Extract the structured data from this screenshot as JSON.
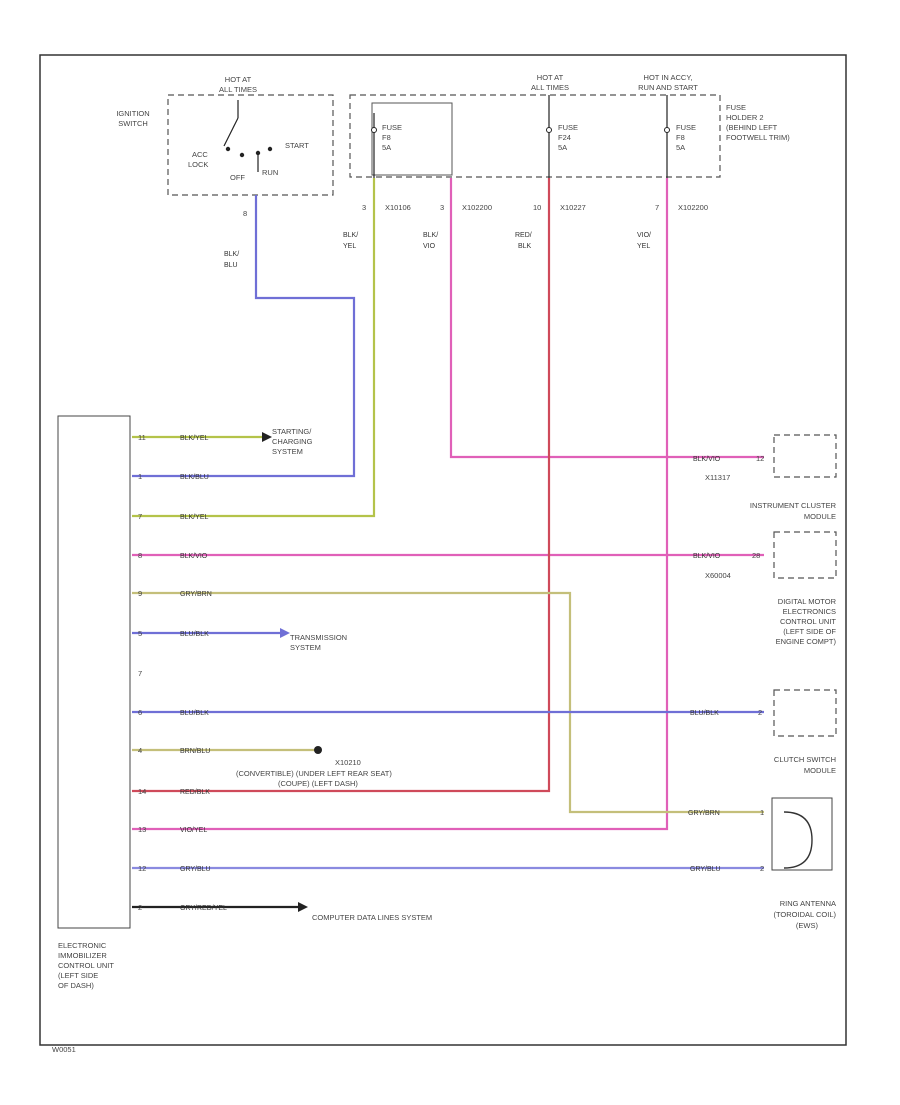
{
  "ignition_switch": {
    "name": [
      "IGNITION",
      "SWITCH"
    ],
    "hot_label": [
      "HOT AT",
      "ALL TIMES"
    ],
    "positions": {
      "acc": "ACC",
      "lock": "LOCK",
      "off": "OFF",
      "run": "RUN",
      "start": "START"
    },
    "pin": "8",
    "wire": [
      "BLK/",
      "BLU"
    ]
  },
  "fuse_holder": {
    "name": [
      "FUSE",
      "HOLDER 2",
      "(BEHIND LEFT",
      "FOOTWELL TRIM)"
    ],
    "hot_all_times": [
      "HOT AT",
      "ALL TIMES"
    ],
    "hot_acc": [
      "HOT IN ACCY,",
      "RUN AND START"
    ],
    "fuses": [
      {
        "label": [
          "FUSE",
          "F8",
          "5A"
        ]
      },
      {
        "label": [
          "FUSE",
          "F24",
          "5A"
        ]
      },
      {
        "label": [
          "FUSE",
          "F8",
          "5A"
        ]
      }
    ],
    "pins": [
      "3",
      "3",
      "10",
      "7"
    ],
    "connectors": [
      "X10106",
      "X102200",
      "X10227",
      "X102200"
    ],
    "wires": [
      [
        "BLK/",
        "YEL"
      ],
      [
        "BLK/",
        "VIO"
      ],
      [
        "RED/",
        "BLK"
      ],
      [
        "VIO/",
        "YEL"
      ]
    ]
  },
  "ecu": {
    "name": [
      "ELECTRONIC",
      "IMMOBILIZER",
      "CONTROL UNIT",
      "(LEFT SIDE",
      "OF DASH)"
    ],
    "rows": [
      {
        "pin": "11",
        "wire": "BLK/YEL"
      },
      {
        "pin": "1",
        "wire": "BLK/BLU"
      },
      {
        "pin": "7",
        "wire": "BLK/YEL"
      },
      {
        "pin": "8",
        "wire": "BLK/VIO"
      },
      {
        "pin": "9",
        "wire": "GRY/BRN"
      },
      {
        "pin": "5",
        "wire": "BLU/BLK"
      },
      {
        "pin": "7",
        "wire": ""
      },
      {
        "pin": "6",
        "wire": "BLU/BLK"
      },
      {
        "pin": "4",
        "wire": "BRN/BLU"
      },
      {
        "pin": "14",
        "wire": "RED/BLK"
      },
      {
        "pin": "13",
        "wire": "VIO/YEL"
      },
      {
        "pin": "12",
        "wire": "GRY/BLU"
      },
      {
        "pin": "2",
        "wire": "GRY/RED/YEL"
      }
    ]
  },
  "destinations": {
    "starting": [
      "STARTING/",
      "CHARGING",
      "SYSTEM"
    ],
    "transmission": [
      "TRANSMISSION",
      "SYSTEM"
    ],
    "ground_ref": "X10210",
    "ground_loc": [
      "(CONVERTIBLE) (UNDER LEFT REAR SEAT)",
      "(COUPE) (LEFT DASH)"
    ],
    "data_lines": "COMPUTER DATA LINES SYSTEM"
  },
  "modules": {
    "instrument_cluster": {
      "name": [
        "INSTRUMENT CLUSTER",
        "MODULE"
      ],
      "wire": "BLK/VIO",
      "pin": "12",
      "connector": "X11317"
    },
    "dme": {
      "name": [
        "DIGITAL MOTOR",
        "ELECTRONICS",
        "CONTROL UNIT",
        "(LEFT SIDE OF",
        "ENGINE COMPT)"
      ],
      "wire": "BLK/VIO",
      "pin": "28",
      "connector": "X60004"
    },
    "clutch": {
      "name": [
        "CLUTCH SWITCH",
        "MODULE"
      ],
      "wire": "BLU/BLK",
      "pin": "2"
    },
    "antenna": {
      "name": [
        "RING ANTENNA",
        "(TOROIDAL COIL)",
        "(EWS)"
      ],
      "wires": [
        "GRY/BRN",
        "GRY/BLU"
      ],
      "pins": [
        "1",
        "2"
      ]
    }
  },
  "footer_code": "W0051",
  "colors": {
    "blue": "#6f6fd6",
    "yellow_green": "#b4c34a",
    "magenta": "#e060b8",
    "red": "#cf4a5a",
    "tan": "#c4bf7a",
    "dark": "#222222"
  }
}
